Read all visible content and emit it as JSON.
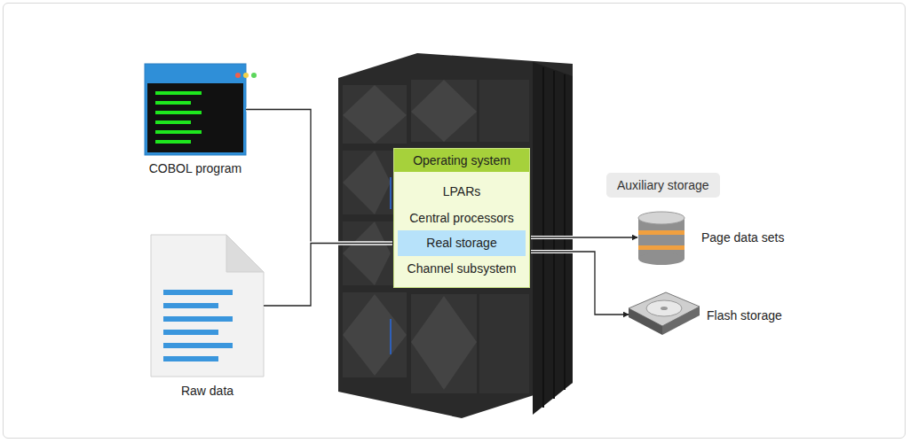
{
  "diagram": {
    "nodes": [
      {
        "text": [
          "COBOL program"
        ]
      },
      {
        "text": [
          "Raw data"
        ]
      },
      {
        "text": [
          "Operating system",
          "LPARs",
          "Central processors",
          "Channel subsystem"
        ]
      },
      {
        "text": [
          "Real storage"
        ],
        "in": 2
      },
      {
        "text": [
          "Auxiliary storage"
        ]
      },
      {
        "text": [
          "Page data sets"
        ]
      },
      {
        "text": [
          "Flash storage"
        ]
      }
    ],
    "edges": [
      {
        "from": 0,
        "to": 3,
        "arrow": "to"
      },
      {
        "from": 1,
        "to": 3,
        "arrow": "to"
      },
      {
        "from": 3,
        "to": 5,
        "arrow": "both"
      },
      {
        "from": 3,
        "to": 6,
        "arrow": "both"
      }
    ]
  }
}
